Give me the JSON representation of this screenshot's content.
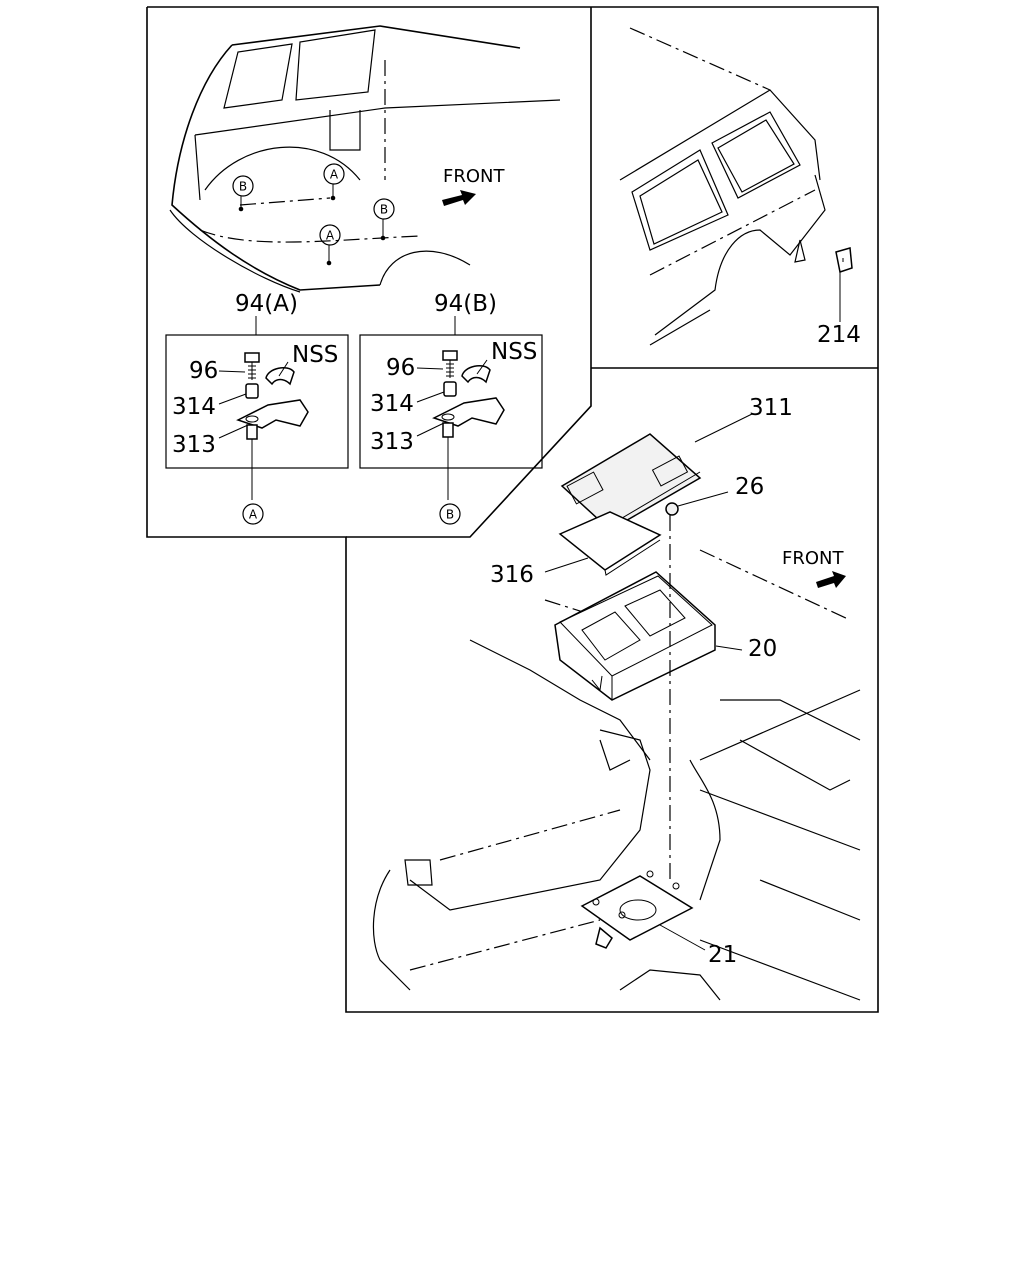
{
  "labels": {
    "front_top": "FRONT",
    "front_bottom": "FRONT",
    "group_a": "94(A)",
    "group_b": "94(B)",
    "a_96": "96",
    "a_nss": "NSS",
    "a_314": "314",
    "a_313": "313",
    "b_96": "96",
    "b_nss": "NSS",
    "b_314": "314",
    "b_313": "313",
    "part_214": "214",
    "part_311": "311",
    "part_26": "26",
    "part_316": "316",
    "part_20": "20",
    "part_21": "21"
  },
  "markers": {
    "a": "A",
    "b": "B"
  }
}
